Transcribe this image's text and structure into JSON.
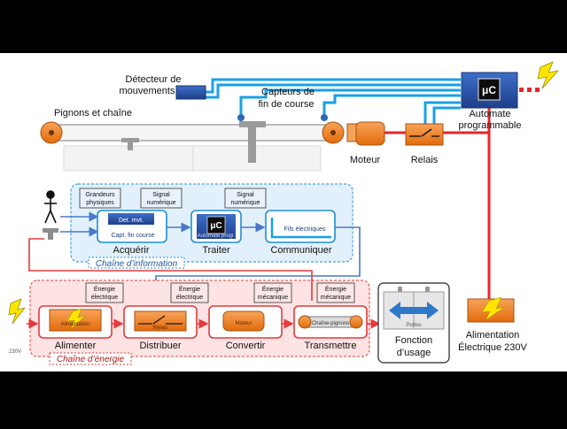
{
  "top": {
    "detecteur": [
      "Détecteur de",
      "mouvements"
    ],
    "capteurs": [
      "Capteurs de",
      "fin de course"
    ],
    "pignons": "Pignons et chaîne",
    "automate": [
      "Automate",
      "programmable"
    ],
    "mu": "μC",
    "moteur": "Moteur",
    "relais": "Relais"
  },
  "info": {
    "chain_label": "Chaîne d’information",
    "grandeurs": [
      "Grandeurs",
      "physiques"
    ],
    "signal_num": [
      "Signal",
      "numérique"
    ],
    "signal_num2": [
      "Signal",
      "numérique"
    ],
    "acquerir": "Acquérir",
    "traiter": "Traiter",
    "communiquer": "Communiquer",
    "det_mvt": "Det. mvt.",
    "capt_fin": "Capt. fin course",
    "automate_progr": "Automate progr.",
    "fils": "Fils électriques"
  },
  "energy": {
    "chain_label": "Chaîne d’énergie",
    "en_elec1": [
      "Énergie",
      "électrique"
    ],
    "en_elec2": [
      "Énergie",
      "électrique"
    ],
    "en_meca1": [
      "Énergie",
      "mécanique"
    ],
    "en_meca2": [
      "Énergie",
      "mécanique"
    ],
    "alimenter": "Alimenter",
    "distribuer": "Distribuer",
    "convertir": "Convertir",
    "transmettre": "Transmettre",
    "alimentation_inner": "Alimentation",
    "relais_inner": "Relais",
    "moteur_inner": "Moteur",
    "chaine_inner": "Chaîne-pignons",
    "portes": "Portes",
    "fonction": [
      "Fonction",
      "d’usage"
    ],
    "v230": "230V"
  },
  "alim": [
    "Alimentation",
    "Électrique 230V"
  ]
}
